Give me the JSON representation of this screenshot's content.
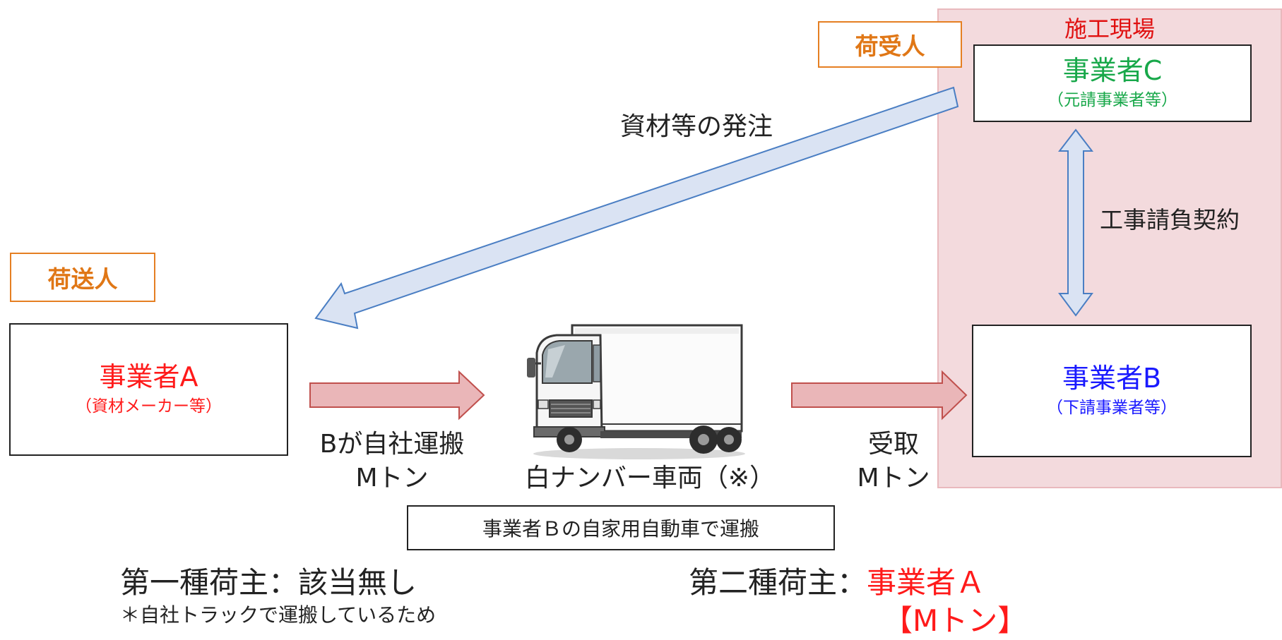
{
  "colors": {
    "role_orange": "#e07716",
    "party_a": "#ff1a1a",
    "party_b": "#1a1aff",
    "party_c": "#18a84a",
    "site_fill": "#f3dadd",
    "blue_arrow": "#dae3f3",
    "red_arrow": "#eab6b8"
  },
  "icons": {
    "truck": "white-box-truck-icon"
  },
  "site": {
    "label": "施工現場"
  },
  "roles": {
    "consignee": "荷受人",
    "shipper": "荷送人"
  },
  "parties": {
    "c": {
      "name": "事業者C",
      "sub": "（元請事業者等）"
    },
    "a": {
      "name": "事業者A",
      "sub": "（資材メーカー等）"
    },
    "b": {
      "name": "事業者B",
      "sub": "（下請事業者等）"
    }
  },
  "flows": {
    "order": "資材等の発注",
    "contract": "工事請負契約",
    "transport_line1": "Bが自社運搬",
    "transport_line2": "Mトン",
    "receive_line1": "受取",
    "receive_line2": "Mトン"
  },
  "truck": {
    "caption": "白ナンバー車両（※）",
    "note": "事業者Ｂの自家用自動車で運搬"
  },
  "summary": {
    "first_label": "第一種荷主：該当無し",
    "first_note": "＊自社トラックで運搬しているため",
    "second_label": "第二種荷主：",
    "second_value": "事業者Ａ",
    "second_amount": "【Mトン】"
  }
}
